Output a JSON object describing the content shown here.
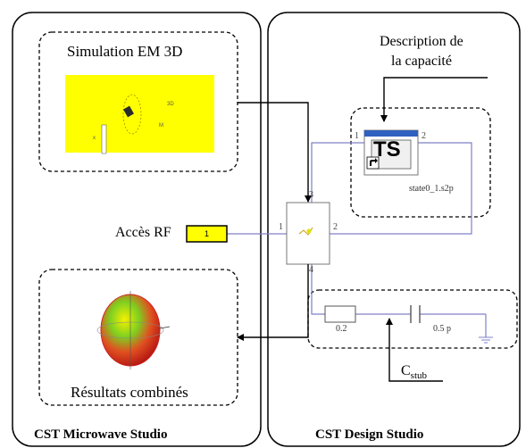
{
  "panels": {
    "left_title": "CST Microwave Studio",
    "right_title": "CST Design Studio"
  },
  "simulation": {
    "label": "Simulation EM 3D"
  },
  "results": {
    "label": "Résultats combinés"
  },
  "capacitance": {
    "description_line1": "Description de",
    "description_line2": "la capacité"
  },
  "touchstone": {
    "badge": "TS",
    "filename": "state0_1.s2p",
    "port_in": "1",
    "port_out": "2"
  },
  "rf_access": {
    "label": "Accès RF",
    "port_number": "1"
  },
  "block": {
    "port_left": "1",
    "port_right": "2",
    "port_top": "3",
    "port_bottom": "4"
  },
  "stub": {
    "resistor_value": "0.2",
    "capacitor_value": "0.5 p",
    "label_main": "C",
    "label_sub": "stub"
  },
  "colors": {
    "yellow": "#ffff00",
    "wire": "#8080c8",
    "frame": "#000000"
  }
}
